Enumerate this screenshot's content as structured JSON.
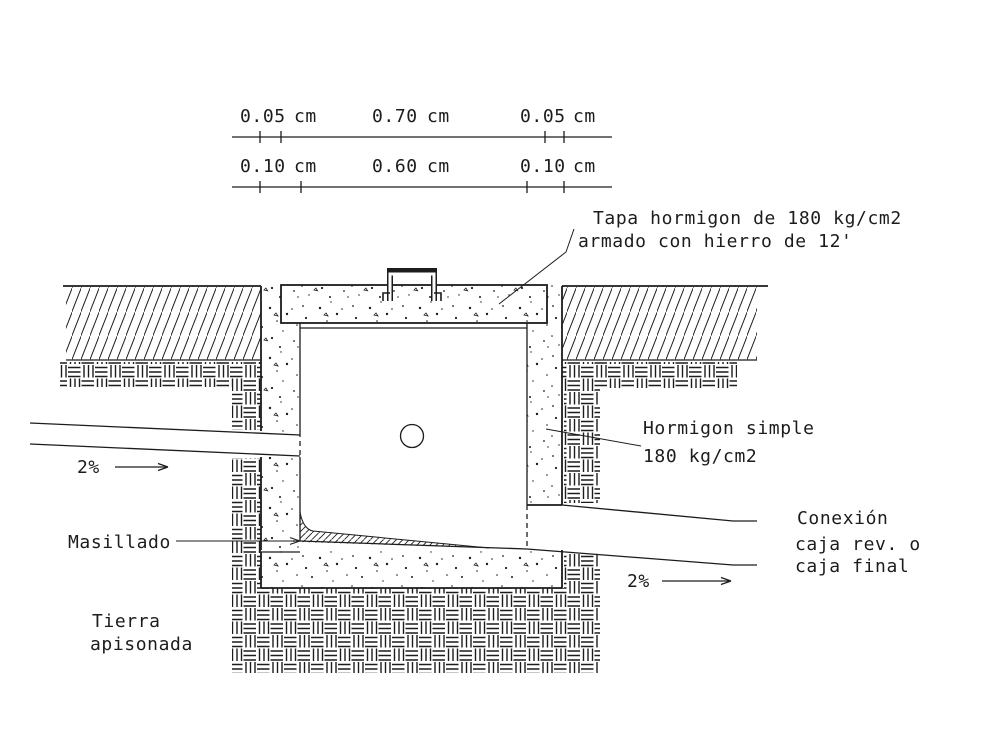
{
  "drawing": {
    "type": "cad-section",
    "subject": "caja de revision (inspection box) cross-section",
    "dimension_rows": [
      {
        "segments": [
          {
            "value": "0.05",
            "unit": "cm"
          },
          {
            "value": "0.70",
            "unit": "cm"
          },
          {
            "value": "0.05",
            "unit": "cm"
          }
        ]
      },
      {
        "segments": [
          {
            "value": "0.10",
            "unit": "cm"
          },
          {
            "value": "0.60",
            "unit": "cm"
          },
          {
            "value": "0.10",
            "unit": "cm"
          }
        ]
      }
    ],
    "labels": {
      "tapa_line1": "Tapa hormigon de 180 kg/cm2",
      "tapa_line2": "armado con hierro de 12'",
      "hormigon_line1": "Hormigon simple",
      "hormigon_line2": "180 kg/cm2",
      "masillado": "Masillado",
      "tierra_line1": "Tierra",
      "tierra_line2": "apisonada",
      "conexion_line1": "Conexión",
      "conexion_line2": "caja rev. o",
      "conexion_line3": "caja final",
      "slope_in": "2%",
      "slope_out": "2%"
    },
    "colors": {
      "ink": "#1c1c1c",
      "paper": "#ffffff"
    }
  }
}
